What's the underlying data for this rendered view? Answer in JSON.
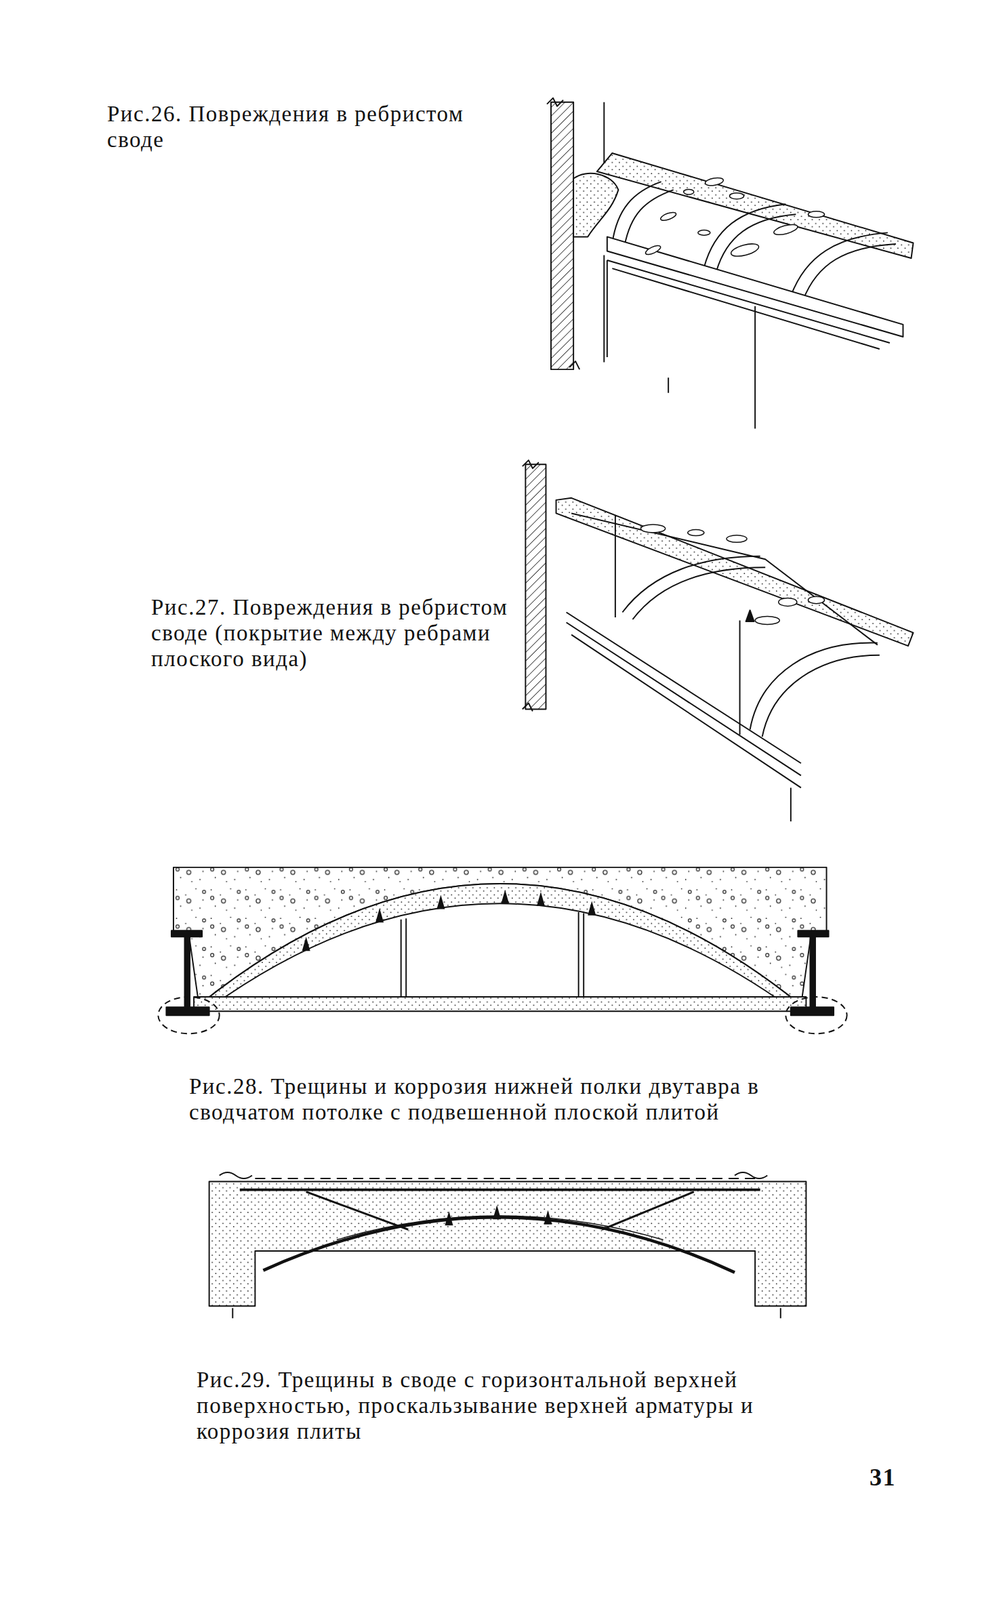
{
  "diagram": {
    "labels": [
      "Рис.26. Повреждения в ребристом своде",
      "Рис.27. Повреждения в ребристом своде (покрытие между ребрами плоского вида)",
      "Рис.28. Трещины и коррозия нижней полки двутавра в сводчатом потолке с подвешенной плоской плитой",
      "Рис.29. Трещины в своде с горизонтальной верхней поверхностью, проскальзывание верхней арматуры и коррозия плиты",
      "31"
    ]
  }
}
